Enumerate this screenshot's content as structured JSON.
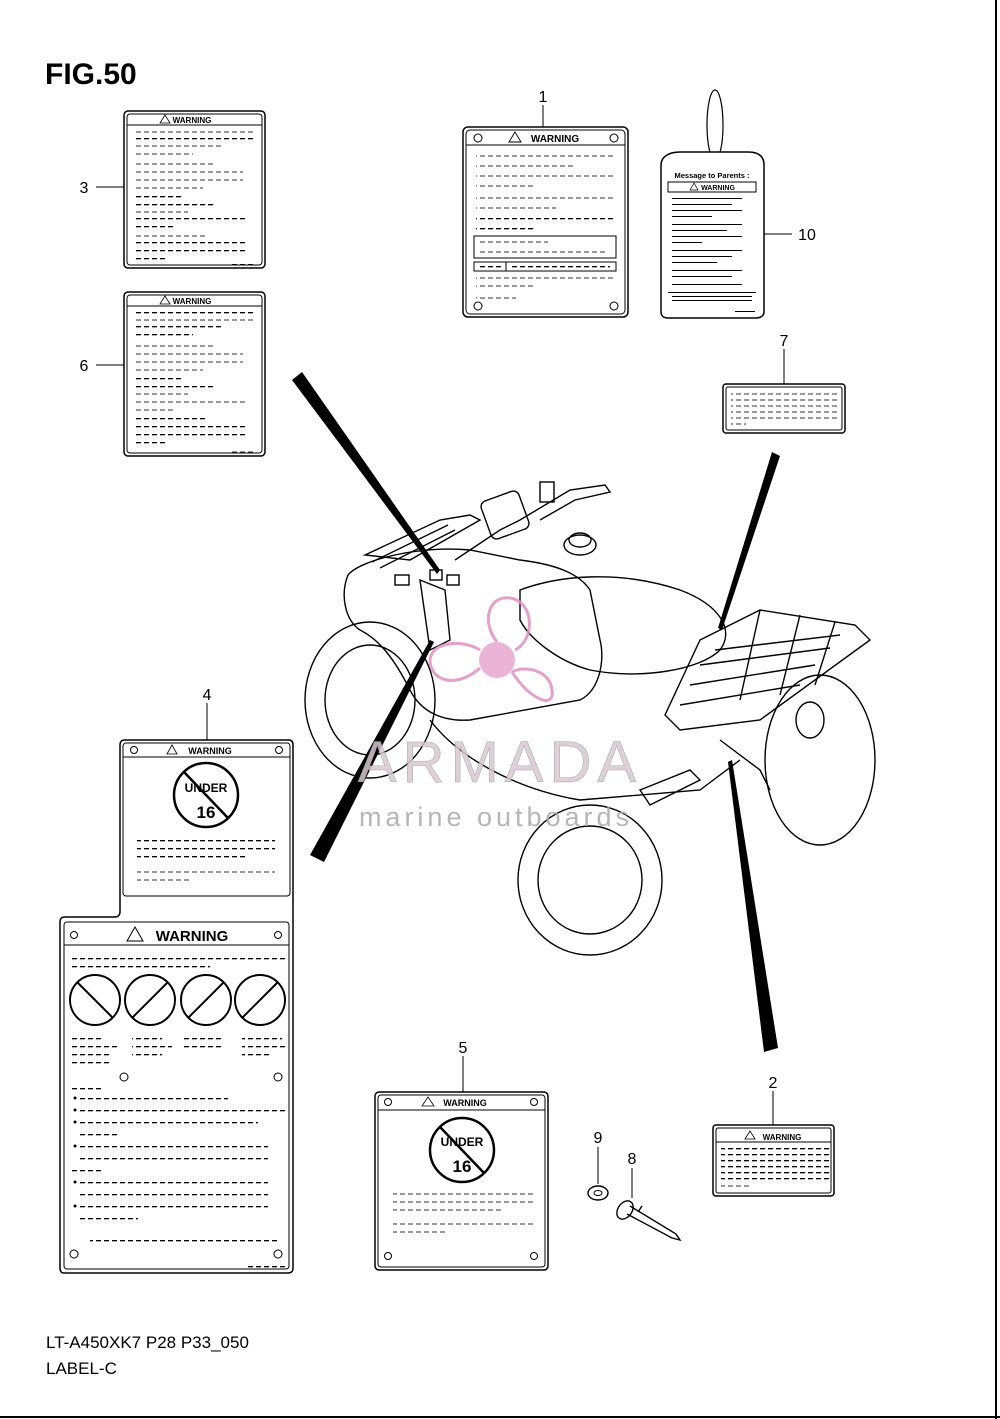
{
  "figure": {
    "title": "FIG.50",
    "model_code": "LT-A450XK7 P28 P33_050",
    "category": "LABEL-C"
  },
  "labels": {
    "warning": "WARNING",
    "message_to_parents": "Message to Parents :",
    "under": "UNDER",
    "age": "16"
  },
  "callouts": [
    "1",
    "2",
    "3",
    "4",
    "5",
    "6",
    "7",
    "8",
    "9",
    "10"
  ],
  "watermark": {
    "brand": "ARMADA",
    "tagline": "marine outboards",
    "color": "#e090c0"
  },
  "colors": {
    "line": "#000000",
    "background": "#ffffff"
  }
}
